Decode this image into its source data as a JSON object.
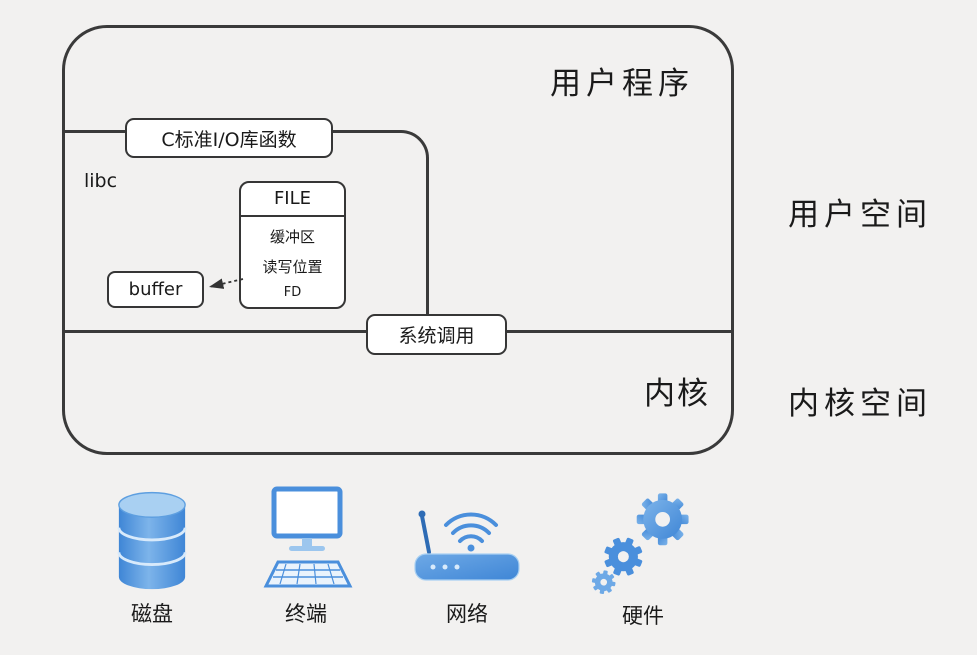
{
  "diagram": {
    "user_program_label": "用户程序",
    "user_space_label": "用户空间",
    "kernel_space_label": "内核空间",
    "kernel_label": "内核",
    "libc_label": "libc",
    "stdio_box_label": "C标准I/O库函数",
    "file_box": {
      "title": "FILE",
      "rows": [
        "缓冲区",
        "读写位置",
        "FD"
      ]
    },
    "buffer_box_label": "buffer",
    "syscall_box_label": "系统调用"
  },
  "devices": [
    {
      "icon": "disk-icon",
      "label": "磁盘"
    },
    {
      "icon": "terminal-icon",
      "label": "终端"
    },
    {
      "icon": "network-icon",
      "label": "网络"
    },
    {
      "icon": "gears-icon",
      "label": "硬件"
    }
  ],
  "colors": {
    "background": "#f2f1f0",
    "line": "#3a3a3a",
    "box_fill": "#ffffff",
    "icon_blue": "#4a8fdc",
    "icon_blue_light": "#a9d0f2",
    "icon_blue_dark": "#2e6cb5"
  }
}
